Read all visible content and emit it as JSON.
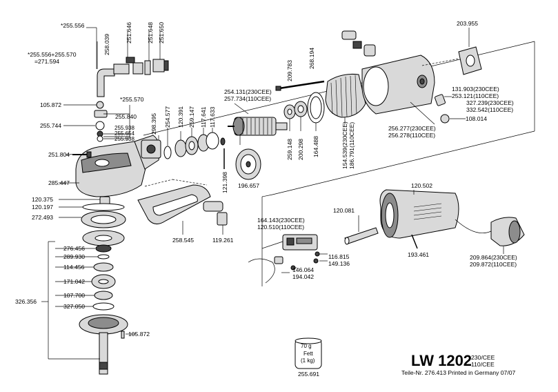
{
  "title": {
    "model": "LW 1202",
    "voltage_1": "230/CEE",
    "voltage_2": "110/CEE",
    "footer": "Teile-Nr. 276.413 Printed in Germany 07/07"
  },
  "grease": {
    "weight": "70 g",
    "name": "Fett",
    "qty": "(1 kg)",
    "part_no": "255.691"
  },
  "labels": {
    "l_255556": "*255.556",
    "l_258039": "258.039",
    "l_251646": "251.646",
    "l_251648": "251.648",
    "l_251650": "251.650",
    "l_combo1": "*255.556+255.570",
    "l_combo2": "=271.594",
    "l_255570": "*255.570",
    "l_105872a": "105.872",
    "l_255840": "255.840",
    "l_255744": "255.744",
    "l_255938a": "255.938",
    "l_255654": "255.654",
    "l_255938b": "255.938",
    "l_251804": "251.804",
    "l_298395": "298.395",
    "l_254577": "254.577",
    "l_120391": "120.391",
    "l_259147": "259.147",
    "l_117641": "117.641",
    "l_117633": "117.633",
    "l_209783": "209.783",
    "l_268194": "268.194",
    "l_254131": "254.131(230CEE)",
    "l_257734": "257.734(110CEE)",
    "l_259148": "259.148",
    "l_200298": "200.298",
    "l_164488": "164.488",
    "l_154539": "154.539(230CEE)",
    "l_186791": "186.791(110CEE)",
    "l_121398": "121.398",
    "l_196657": "196.657",
    "l_203955": "203.955",
    "l_131903": "131.903(230CEE)",
    "l_253121": "253.121(110CEE)",
    "l_327239": "327.239(230CEE)",
    "l_332542": "332.542(110CEE)",
    "l_108014": "108.014",
    "l_256277": "256.277(230CEE)",
    "l_256278": "256.278(110CEE)",
    "l_285447": "285.447",
    "l_120375": "120.375",
    "l_120197": "120.197",
    "l_272493": "272.493",
    "l_258545": "258.545",
    "l_119261": "119.261",
    "l_120502": "120.502",
    "l_120081": "120.081",
    "l_164143": "164.143(230CEE)",
    "l_120510": "120.510(110CEE)",
    "l_116815": "116.815",
    "l_149136": "149.136",
    "l_146064": "146.064",
    "l_194042": "194.042",
    "l_193461": "193.461",
    "l_209864": "209.864(230CEE)",
    "l_209872": "209.872(110CEE)",
    "l_276456": "276.456",
    "l_289930": "289.930",
    "l_114456": "114.456",
    "l_171042": "171.042",
    "l_107700": "107.700",
    "l_327050": "327.050",
    "l_326356": "326.356",
    "l_105872b": "105.872"
  }
}
